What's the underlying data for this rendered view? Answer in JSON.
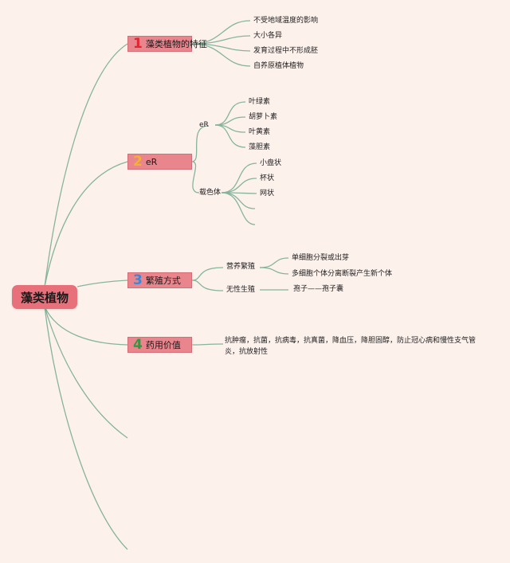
{
  "root": {
    "label": "藻类植物"
  },
  "branches": [
    {
      "number": "1",
      "label": "藻类植物的特征",
      "children": [
        "不受地域温度的影响",
        "大小各异",
        "发育过程中不形成胚",
        "自养原植体植物"
      ]
    },
    {
      "number": "2",
      "label": "eR",
      "groups": [
        {
          "label": "eR",
          "children": [
            "叶绿素",
            "胡萝卜素",
            "叶黄素",
            "藻胆素"
          ]
        },
        {
          "label": "载色体",
          "children": [
            "小盘状",
            "杯状",
            "网状"
          ]
        }
      ]
    },
    {
      "number": "3",
      "label": "繁殖方式",
      "groups": [
        {
          "label": "营养繁殖",
          "children": [
            "单细胞分裂或出芽",
            "多细胞个体分离断裂产生新个体"
          ]
        },
        {
          "label": "无性生殖",
          "children": [
            "孢子——孢子囊"
          ]
        }
      ]
    },
    {
      "number": "4",
      "label": "药用价值",
      "description": "抗肿瘤，抗菌，抗病毒，抗真菌，降血压，降胆固醇，防止冠心病和慢性支气管炎，抗放射性"
    }
  ]
}
